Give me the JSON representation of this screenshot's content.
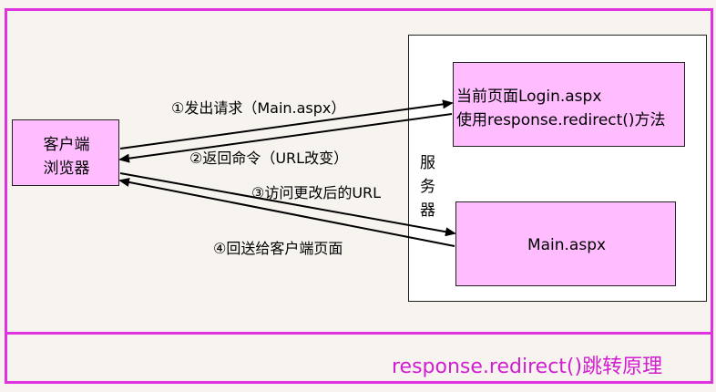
{
  "client": {
    "line1": "客户端",
    "line2": "浏览器"
  },
  "server": {
    "char1": "服",
    "char2": "务",
    "char3": "器"
  },
  "login_box": {
    "line1": "当前页面Login.aspx",
    "line2": "使用response.redirect()方法"
  },
  "main_box": {
    "label": "Main.aspx"
  },
  "arrows": {
    "step1": "①发出请求（Main.aspx）",
    "step2": "②返回命令（URL改变）",
    "step3": "③访问更改后的URL",
    "step4": "④回送给客户端页面"
  },
  "caption": "response.redirect()跳转原理",
  "colors": {
    "frame": "#e033e0",
    "box_fill": "#ffbdff",
    "caption": "#d01ed0"
  }
}
